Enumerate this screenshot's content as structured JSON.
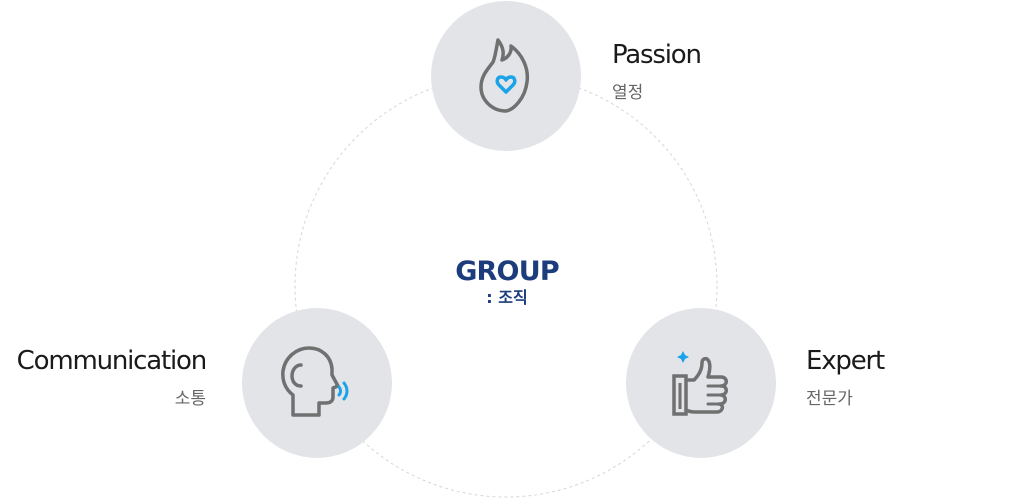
{
  "center": {
    "title": "GROUP",
    "subtitle": ": 조직"
  },
  "values": [
    {
      "key": "passion",
      "title": "Passion",
      "subtitle": "열정",
      "icon": "flame-heart-icon"
    },
    {
      "key": "communication",
      "title": "Communication",
      "subtitle": "소통",
      "icon": "speaking-head-icon"
    },
    {
      "key": "expert",
      "title": "Expert",
      "subtitle": "전문가",
      "icon": "thumbs-up-icon"
    }
  ],
  "colors": {
    "circle_fill": "#e3e4e8",
    "icon_stroke": "#707070",
    "accent": "#1aa3e8",
    "center_text": "#1c3c7c",
    "ring": "#d6d6d6"
  }
}
